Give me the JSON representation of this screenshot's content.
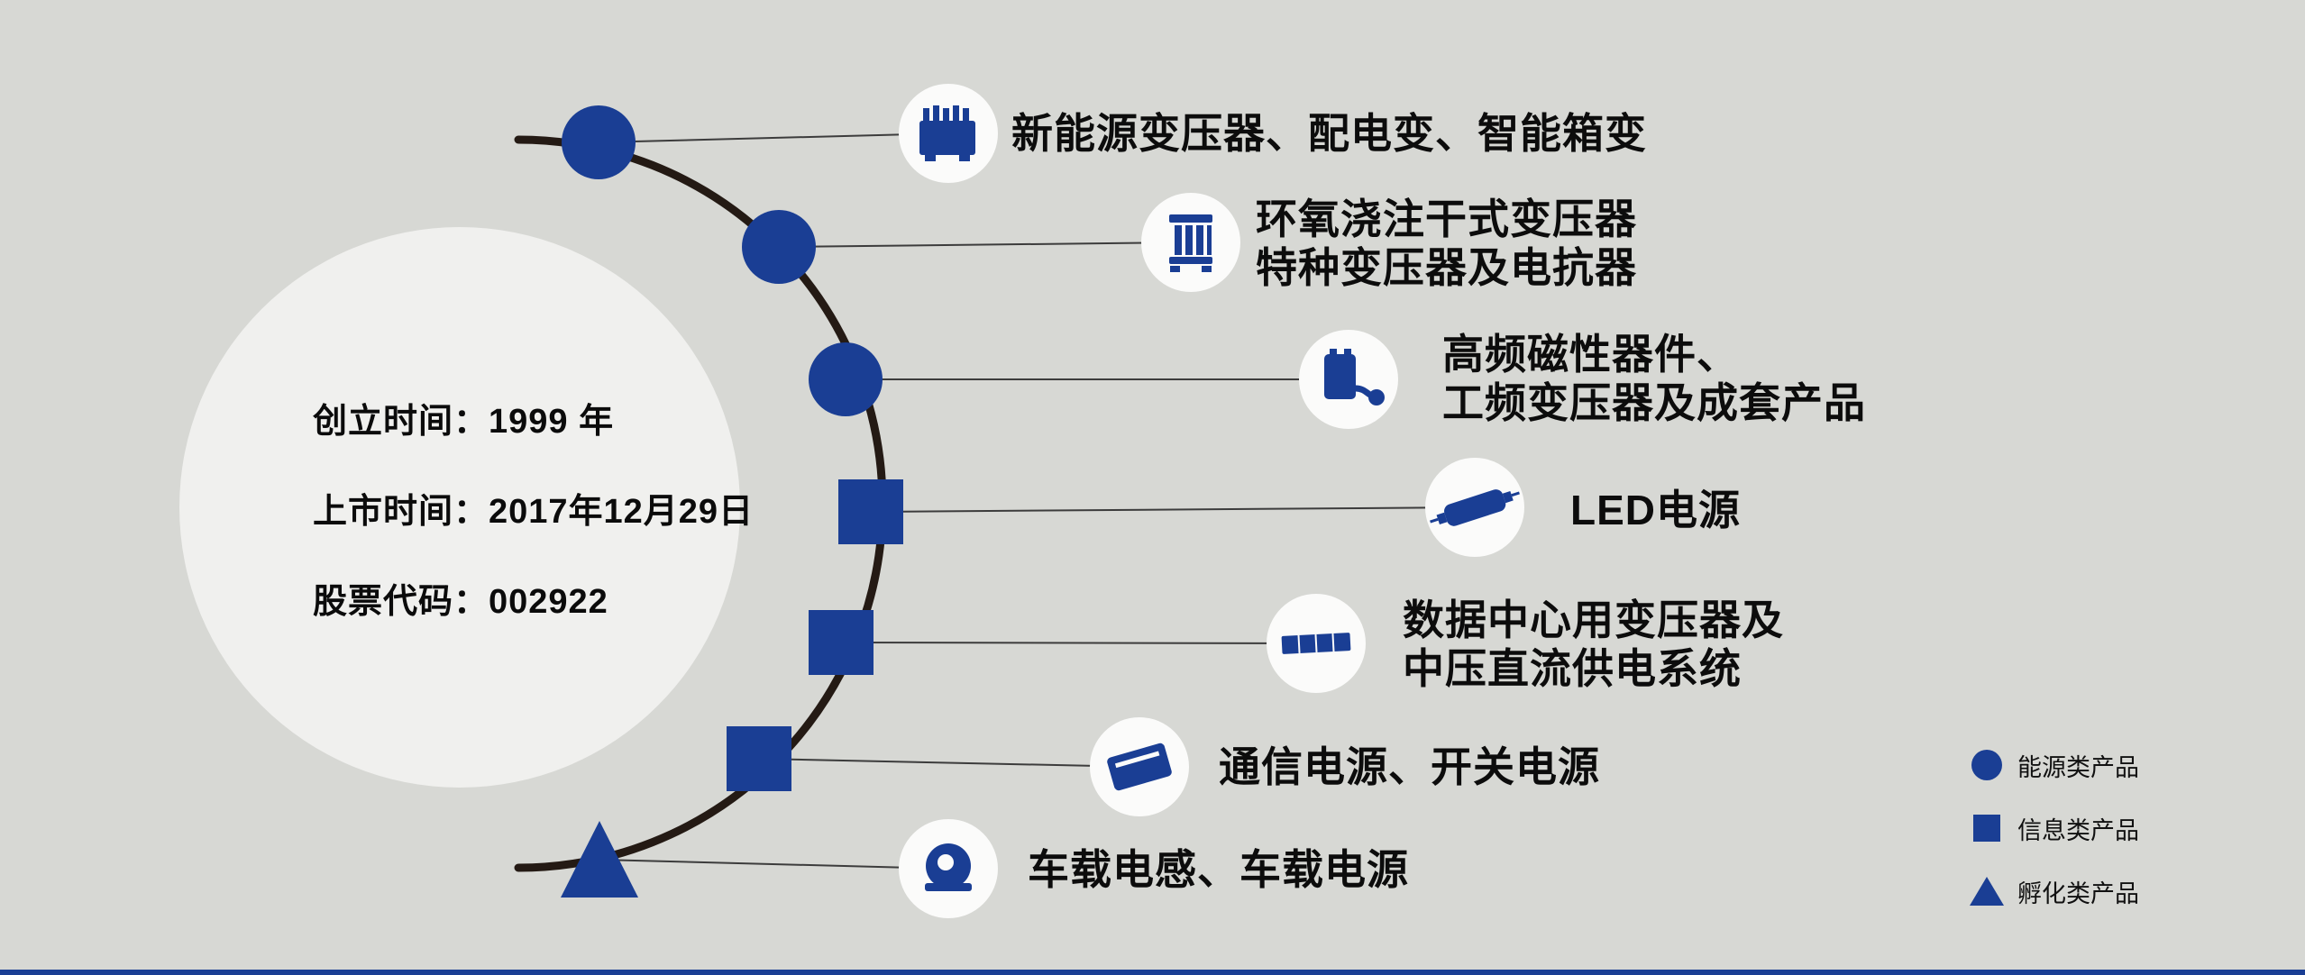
{
  "colors": {
    "background": "#d7d8d4",
    "accent_blue": "#1a3e94",
    "arc": "#241a14",
    "icon_disc": "#fbfbfa",
    "info_circle": "#f0f0ee"
  },
  "company": {
    "founded": "创立时间：1999 年",
    "listed": "上市时间：2017年12月29日",
    "stock_code": "股票代码：002922"
  },
  "products": [
    {
      "marker": "circle",
      "category": "energy",
      "icon": "transformer-icon",
      "lines": [
        "新能源变压器、配电变、智能箱变"
      ]
    },
    {
      "marker": "circle",
      "category": "energy",
      "icon": "dry-transformer-icon",
      "lines": [
        "环氧浇注干式变压器",
        "特种变压器及电抗器"
      ]
    },
    {
      "marker": "circle",
      "category": "energy",
      "icon": "magnetic-device-icon",
      "lines": [
        "高频磁性器件、",
        "工频变压器及成套产品"
      ]
    },
    {
      "marker": "square",
      "category": "information",
      "icon": "led-driver-icon",
      "lines": [
        "LED电源"
      ]
    },
    {
      "marker": "square",
      "category": "information",
      "icon": "datacenter-power-icon",
      "lines": [
        "数据中心用变压器及",
        "中压直流供电系统"
      ]
    },
    {
      "marker": "square",
      "category": "information",
      "icon": "comm-power-icon",
      "lines": [
        "通信电源、开关电源"
      ]
    },
    {
      "marker": "triangle",
      "category": "incubation",
      "icon": "vehicle-inductor-icon",
      "lines": [
        "车载电感、车载电源"
      ]
    }
  ],
  "legend": [
    {
      "shape": "circle",
      "label": "能源类产品"
    },
    {
      "shape": "square",
      "label": "信息类产品"
    },
    {
      "shape": "triangle",
      "label": "孵化类产品"
    }
  ]
}
